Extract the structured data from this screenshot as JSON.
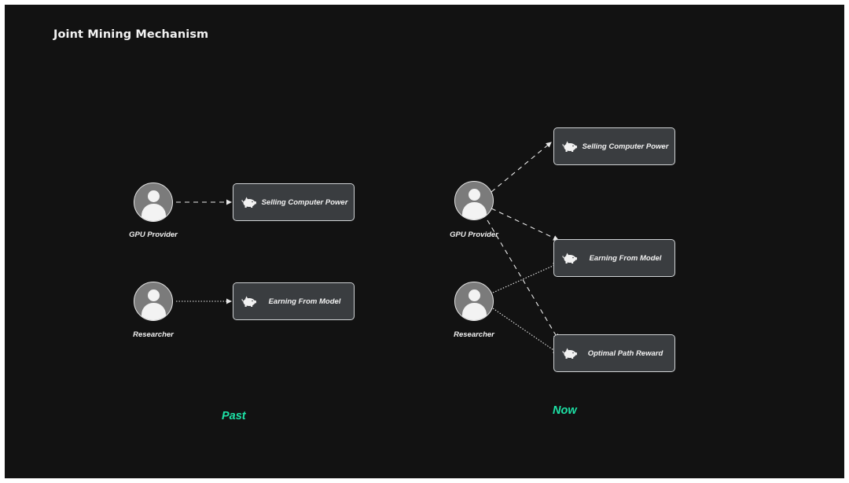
{
  "title": "Joint Mining Mechanism",
  "colors": {
    "background": "#121212",
    "card_fill": "#3a3d40",
    "card_border": "#cfd2d4",
    "accent": "#1de2a6",
    "text": "#f2f2f2"
  },
  "past": {
    "label": "Past",
    "gpu_provider": {
      "label": "GPU Provider",
      "icon": "user-avatar-icon"
    },
    "researcher": {
      "label": "Researcher",
      "icon": "user-avatar-icon"
    },
    "boxes": [
      {
        "label": "Selling Computer Power",
        "icon": "piggy-bank-icon"
      },
      {
        "label": "Earning From Model",
        "icon": "piggy-bank-icon"
      }
    ]
  },
  "now": {
    "label": "Now",
    "gpu_provider": {
      "label": "GPU Provider",
      "icon": "user-avatar-icon"
    },
    "researcher": {
      "label": "Researcher",
      "icon": "user-avatar-icon"
    },
    "boxes": [
      {
        "label": "Selling Computer Power",
        "icon": "piggy-bank-icon"
      },
      {
        "label": "Earning From Model",
        "icon": "piggy-bank-icon"
      },
      {
        "label": "Optimal Path Reward",
        "icon": "piggy-bank-icon"
      }
    ]
  }
}
